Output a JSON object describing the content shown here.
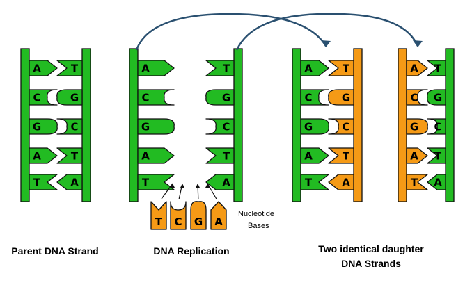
{
  "colors": {
    "green": "#22bb22",
    "orange": "#f59a16",
    "stroke": "#111111",
    "arrow": "#2a5070"
  },
  "parent_strand": {
    "caption": "Parent DNA Strand",
    "pairs": [
      {
        "left": "A",
        "right": "T"
      },
      {
        "left": "C",
        "right": "G"
      },
      {
        "left": "G",
        "right": "C"
      },
      {
        "left": "A",
        "right": "T"
      },
      {
        "left": "T",
        "right": "A"
      }
    ]
  },
  "replication": {
    "caption": "DNA Replication",
    "left_bases": [
      "A",
      "C",
      "G",
      "A",
      "T"
    ],
    "right_bases": [
      "T",
      "G",
      "C",
      "T",
      "A"
    ],
    "free_nucleotides": [
      "T",
      "C",
      "G",
      "A"
    ],
    "nucleotide_label": [
      "Nucleotide",
      "Bases"
    ]
  },
  "daughters": {
    "caption_line1": "Two identical daughter",
    "caption_line2": "DNA Strands",
    "strand1": [
      {
        "left": "A",
        "right": "T"
      },
      {
        "left": "C",
        "right": "G"
      },
      {
        "left": "G",
        "right": "C"
      },
      {
        "left": "A",
        "right": "T"
      },
      {
        "left": "T",
        "right": "A"
      }
    ],
    "strand2": [
      {
        "left": "A",
        "right": "T"
      },
      {
        "left": "C",
        "right": "G"
      },
      {
        "left": "G",
        "right": "C"
      },
      {
        "left": "A",
        "right": "T"
      },
      {
        "left": "T",
        "right": "A"
      }
    ]
  }
}
